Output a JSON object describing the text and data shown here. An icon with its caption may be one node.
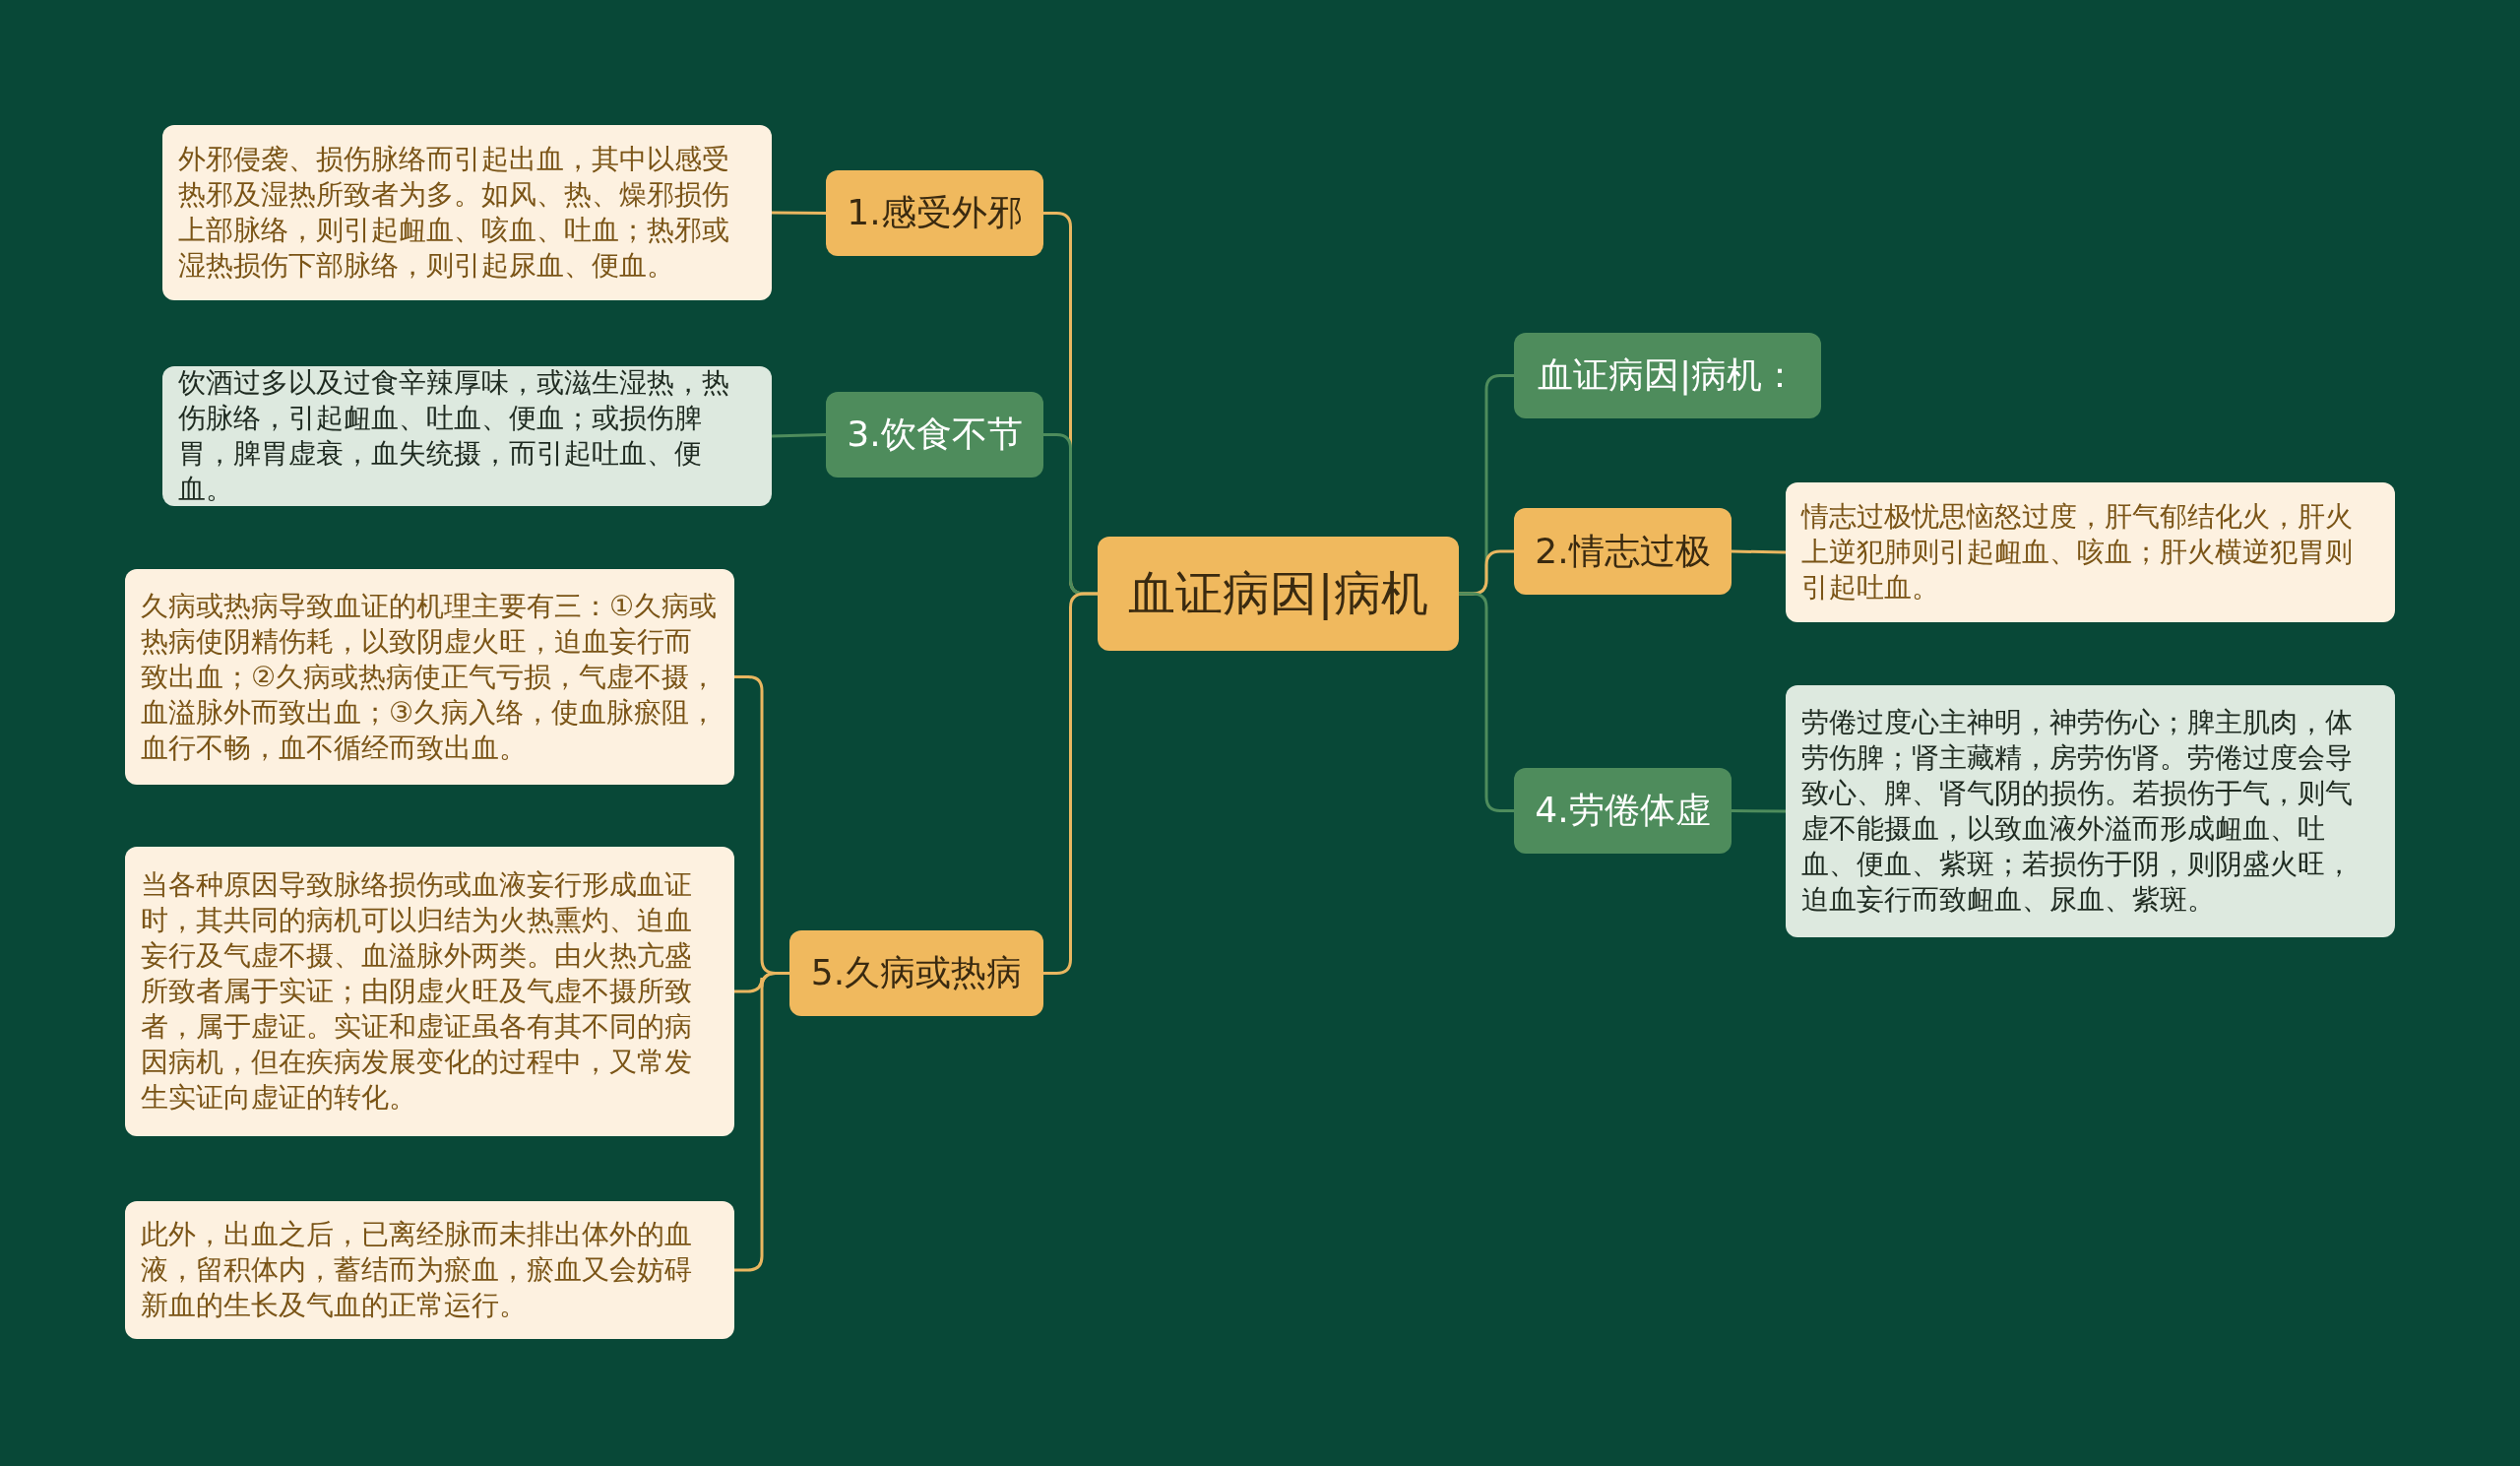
{
  "diagram": {
    "nodes": [
      {
        "text": [
          "血证病因|病机"
        ]
      },
      {
        "text": [
          "1.感受外邪"
        ]
      },
      {
        "text": [
          "外邪侵袭、损伤脉络而引起出血，其中以感受热邪及湿热所致者为多。如风、热、燥邪损伤上部脉络，则引起衄血、咳血、吐血；热邪或湿热损伤下部脉络，则引起尿血、便血。"
        ]
      },
      {
        "text": [
          "3.饮食不节"
        ]
      },
      {
        "text": [
          "饮酒过多以及过食辛辣厚味，或滋生湿热，热伤脉络，引起衄血、吐血、便血；或损伤脾胃，脾胃虚衰，血失统摄，而引起吐血、便血。"
        ]
      },
      {
        "text": [
          "5.久病或热病"
        ]
      },
      {
        "text": [
          "久病或热病导致血证的机理主要有三：①久病或热病使阴精伤耗，以致阴虚火旺，迫血妄行而致出血；②久病或热病使正气亏损，气虚不摄，血溢脉外而致出血；③久病入络，使血脉瘀阻，血行不畅，血不循经而致出血。"
        ]
      },
      {
        "text": [
          "当各种原因导致脉络损伤或血液妄行形成血证时，其共同的病机可以归结为火热熏灼、迫血妄行及气虚不摄、血溢脉外两类。由火热亢盛所致者属于实证；由阴虚火旺及气虚不摄所致者，属于虚证。实证和虚证虽各有其不同的病因病机，但在疾病发展变化的过程中，又常发生实证向虚证的转化。"
        ]
      },
      {
        "text": [
          "此外，出血之后，已离经脉而未排出体外的血液，留积体内，蓄结而为瘀血，瘀血又会妨碍新血的生长及气血的正常运行。"
        ]
      },
      {
        "text": [
          "血证病因|病机："
        ]
      },
      {
        "text": [
          "2.情志过极"
        ]
      },
      {
        "text": [
          "情志过极忧思恼怒过度，肝气郁结化火，肝火上逆犯肺则引起衄血、咳血；肝火横逆犯胃则引起吐血。"
        ]
      },
      {
        "text": [
          "4.劳倦体虚"
        ]
      },
      {
        "text": [
          "劳倦过度心主神明，神劳伤心；脾主肌肉，体劳伤脾；肾主藏精，房劳伤肾。劳倦过度会导致心、脾、肾气阴的损伤。若损伤于气，则气虚不能摄血，以致血液外溢而形成衄血、吐血、便血、紫斑；若损伤于阴，则阴盛火旺，迫血妄行而致衄血、尿血、紫斑。"
        ]
      }
    ],
    "edges": [
      {
        "from": 0,
        "to": 1,
        "arrow": "none"
      },
      {
        "from": 0,
        "to": 3,
        "arrow": "none",
        "color": "#4e8c5c"
      },
      {
        "from": 0,
        "to": 5,
        "arrow": "none"
      },
      {
        "from": 0,
        "to": 9,
        "arrow": "none",
        "color": "#4e8c5c"
      },
      {
        "from": 0,
        "to": 10,
        "arrow": "none"
      },
      {
        "from": 0,
        "to": 12,
        "arrow": "none",
        "color": "#4e8c5c"
      },
      {
        "from": 1,
        "to": 2,
        "arrow": "none"
      },
      {
        "from": 3,
        "to": 4,
        "arrow": "none",
        "color": "#4e8c5c"
      },
      {
        "from": 5,
        "to": 6,
        "arrow": "none"
      },
      {
        "from": 5,
        "to": 7,
        "arrow": "none"
      },
      {
        "from": 5,
        "to": 8,
        "arrow": "none"
      },
      {
        "from": 10,
        "to": 11,
        "arrow": "none"
      },
      {
        "from": 12,
        "to": 13,
        "arrow": "none",
        "color": "#4e8c5c"
      }
    ]
  }
}
